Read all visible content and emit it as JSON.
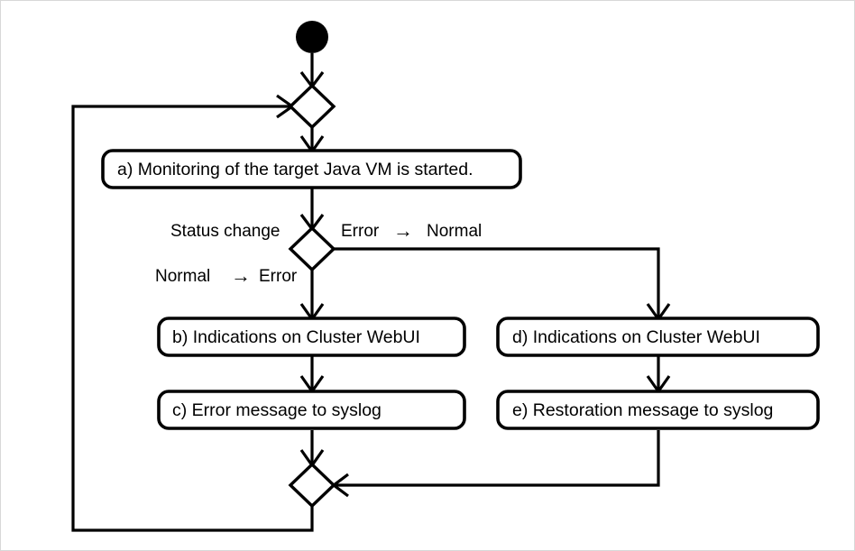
{
  "diagram": {
    "type": "uml-activity-diagram",
    "title": "Java VM monitoring status change activity",
    "background_color": "#ffffff",
    "line_color": "#000000",
    "border_color": "#d8d8d8"
  },
  "nodes": {
    "start": {
      "kind": "initial-node",
      "label": ""
    },
    "merge_top": {
      "kind": "merge-diamond",
      "label": ""
    },
    "action_a": {
      "kind": "action",
      "label": "a) Monitoring of the target Java VM is started."
    },
    "decision_status": {
      "kind": "decision-diamond",
      "label": ""
    },
    "action_b": {
      "kind": "action",
      "label": "b) Indications on Cluster WebUI"
    },
    "action_c": {
      "kind": "action",
      "label": "c) Error message to syslog"
    },
    "action_d": {
      "kind": "action",
      "label": "d) Indications on Cluster WebUI"
    },
    "action_e": {
      "kind": "action",
      "label": "e) Restoration message to syslog"
    },
    "merge_bottom": {
      "kind": "merge-diamond",
      "label": ""
    }
  },
  "edge_labels": {
    "status_change": "Status change",
    "normal_to_error_left": "Normal",
    "normal_to_error_right": "Error",
    "error_to_normal_left": "Error",
    "error_to_normal_right": "Normal",
    "arrow_glyph": "→"
  }
}
